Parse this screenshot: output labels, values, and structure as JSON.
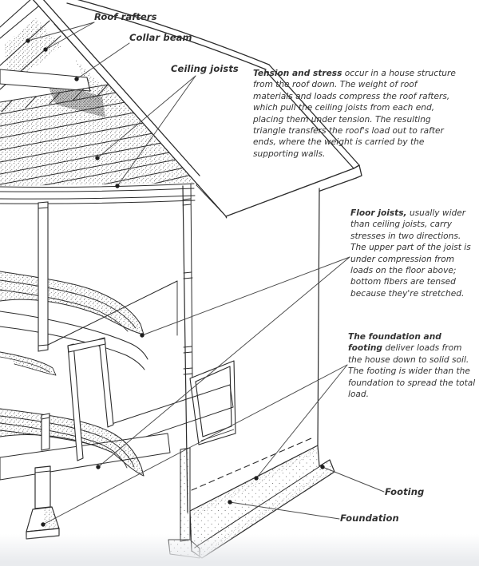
{
  "figure_labels": {
    "roof_rafters": "Roof rafters",
    "collar_beam": "Collar beam",
    "ceiling_joists": "Ceiling joists",
    "footing": "Footing",
    "foundation": "Foundation"
  },
  "callouts": {
    "tension_stress": {
      "lead": "Tension and stress",
      "body": " occur in a house structure from the roof down. The weight of roof materials and loads compress the roof rafters, which pull the ceiling joists from each end, placing them under tension. The resulting triangle transfers the roof's load out to rafter ends, where the weight is carried by the supporting walls."
    },
    "floor_joists": {
      "lead": "Floor joists,",
      "body": " usually wider than ceiling joists, carry stresses in two directions. The upper part of the joist is under compression from loads on the floor above; bottom fibers are tensed because they're stretched."
    },
    "foundation_footing": {
      "lead": "The foundation and footing",
      "body": " deliver loads from the house down to solid soil. The footing is wider than the foundation to spread the total load."
    }
  },
  "colors": {
    "ink": "#2b2b2b",
    "leader": "#4a4a4a",
    "paper": "#ffffff",
    "shade": "#c9c9c9"
  }
}
